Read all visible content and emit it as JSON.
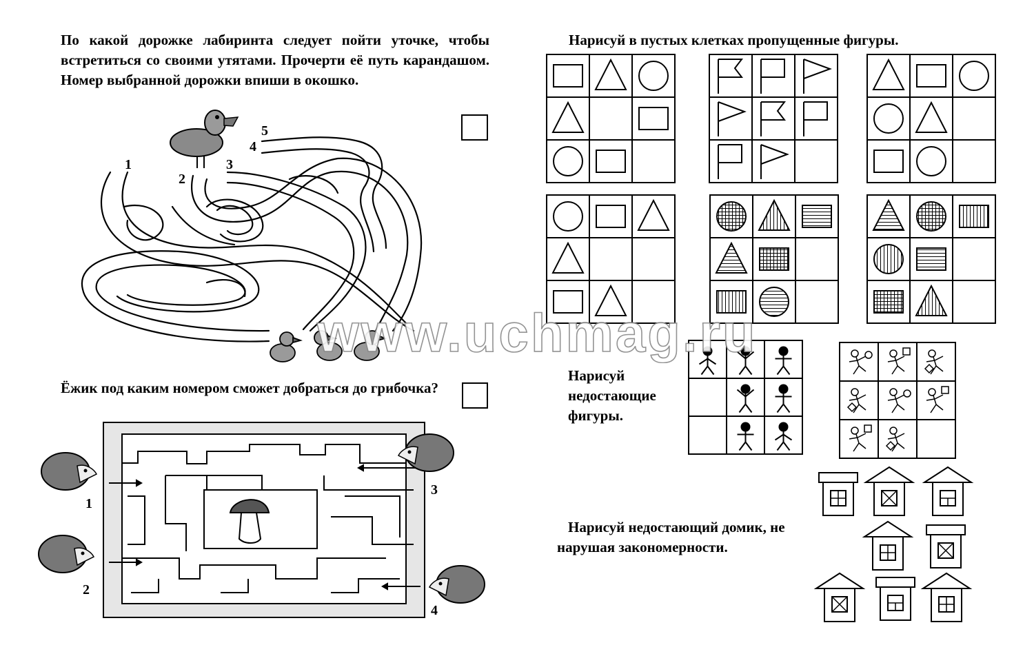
{
  "duck_task": {
    "text": "По какой дорожке лабиринта следует пойти уточке, чтобы встретиться со своими утятами. Прочерти её путь карандашом. Номер выбранной дорожки впиши в окошко.",
    "path_numbers": [
      "1",
      "2",
      "3",
      "4",
      "5"
    ]
  },
  "hedgehog_task": {
    "text": "Ёжик под каким номером сможет добраться до грибочка?",
    "numbers": [
      "1",
      "2",
      "3",
      "4"
    ]
  },
  "shapes_task": {
    "text": "Нарисуй в пустых клетках пропущенные фигуры.",
    "grids": [
      [
        "square",
        "triangle",
        "circle",
        "triangle",
        "",
        "square",
        "circle",
        "square",
        ""
      ],
      [
        "flag-notch",
        "flag-square",
        "flag-pennant",
        "flag-pennant",
        "flag-notch",
        "flag-square",
        "flag-square",
        "flag-pennant",
        ""
      ],
      [
        "triangle",
        "square",
        "circle",
        "circle",
        "triangle",
        "",
        "square",
        "circle",
        ""
      ],
      [
        "circle",
        "square",
        "triangle",
        "triangle",
        "",
        "",
        "square",
        "triangle",
        ""
      ],
      [
        "circle-grid",
        "triangle-vertical",
        "square-horizontal",
        "triangle-horizontal",
        "square-grid",
        "",
        "square-vertical",
        "circle-horizontal",
        ""
      ],
      [
        "triangle-horizontal",
        "circle-grid",
        "square-vertical",
        "circle-vertical",
        "square-horizontal",
        "",
        "square-grid",
        "triangle-vertical",
        ""
      ]
    ]
  },
  "figures_task": {
    "text": "Нарисуй недостающие фигуры.",
    "grids": [
      [
        "stick-down",
        "stick-up",
        "stick-level",
        "",
        "stick-up",
        "stick-level",
        "",
        "stick-level",
        "stick-down"
      ],
      [
        "runner-circle",
        "runner-square",
        "runner-diamond",
        "runner-diamond",
        "runner-circle",
        "runner-square",
        "runner-square",
        "runner-diamond",
        ""
      ]
    ]
  },
  "houses_task": {
    "text": "Нарисуй недостающий домик, не нарушая закономерности.",
    "houses": [
      {
        "roof": "flat",
        "window": "cross"
      },
      {
        "roof": "triangle",
        "window": "x"
      },
      {
        "roof": "triangle",
        "window": "tee"
      },
      {
        "roof": "triangle",
        "window": "cross"
      },
      {
        "roof": "flat",
        "window": "x"
      },
      {
        "roof": "triangle",
        "window": "x"
      },
      {
        "roof": "flat",
        "window": "tee"
      },
      {
        "roof": "triangle",
        "window": "cross"
      }
    ]
  },
  "watermark": "www.uchmag.ru"
}
